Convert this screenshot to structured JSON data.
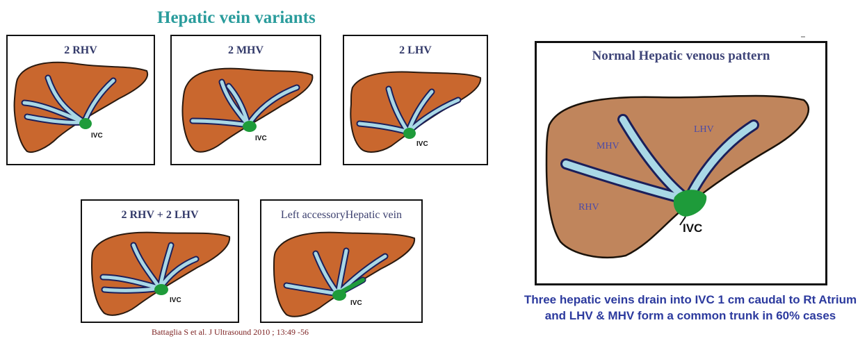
{
  "title": "Hepatic vein variants",
  "panels": [
    {
      "label": "2 RHV",
      "ivc": "IVC"
    },
    {
      "label": "2 MHV",
      "ivc": "IVC"
    },
    {
      "label": "2 LHV",
      "ivc": "IVC"
    },
    {
      "label": "2 RHV + 2 LHV",
      "ivc": "IVC"
    },
    {
      "label": "Left accessoryHepatic vein",
      "ivc": "IVC"
    }
  ],
  "normal": {
    "title": "Normal Hepatic venous pattern",
    "veins": {
      "rhv": "RHV",
      "mhv": "MHV",
      "lhv": "LHV",
      "ivc": "IVC"
    }
  },
  "citation": "Battaglia S et al. J Ultrasound 2010 ; 13:49 -56",
  "caption": "Three hepatic veins drain into IVC 1 cm caudal to Rt Atrium and LHV & MHV form a common trunk in 60% cases",
  "colors": {
    "title": "#2a9c9c",
    "liver_small": "#c9672e",
    "liver_large": "#c0855c",
    "vein_fill": "#a9d8e6",
    "vein_outline": "#1b1f5a",
    "ivc": "#1e9b3a",
    "caption": "#2c3a9e",
    "citation": "#7a1d1d"
  }
}
